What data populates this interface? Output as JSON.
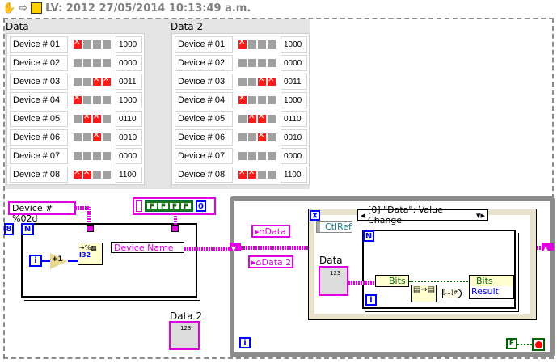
{
  "titlebar": {
    "text": "LV: 2012 27/05/2014 10:13:49 a.m.",
    "icons": [
      "hand-icon",
      "arrow-icon",
      "vi-icon"
    ]
  },
  "arrays": [
    {
      "label": "Data",
      "rows": [
        {
          "name": "Device # 01",
          "bits": [
            1,
            0,
            0,
            0
          ],
          "value": "1000"
        },
        {
          "name": "Device # 02",
          "bits": [
            0,
            0,
            0,
            0
          ],
          "value": "0000"
        },
        {
          "name": "Device # 03",
          "bits": [
            0,
            0,
            1,
            1
          ],
          "value": "0011"
        },
        {
          "name": "Device # 04",
          "bits": [
            1,
            0,
            0,
            0
          ],
          "value": "1000"
        },
        {
          "name": "Device # 05",
          "bits": [
            0,
            1,
            1,
            0
          ],
          "value": "0110"
        },
        {
          "name": "Device # 06",
          "bits": [
            0,
            0,
            1,
            0
          ],
          "value": "0010"
        },
        {
          "name": "Device # 07",
          "bits": [
            0,
            0,
            0,
            0
          ],
          "value": "0000"
        },
        {
          "name": "Device # 08",
          "bits": [
            1,
            1,
            0,
            0
          ],
          "value": "1100"
        }
      ]
    },
    {
      "label": "Data 2",
      "rows": [
        {
          "name": "Device # 01",
          "bits": [
            1,
            0,
            0,
            0
          ],
          "value": "1000"
        },
        {
          "name": "Device # 02",
          "bits": [
            0,
            0,
            0,
            0
          ],
          "value": "0000"
        },
        {
          "name": "Device # 03",
          "bits": [
            0,
            0,
            1,
            1
          ],
          "value": "0011"
        },
        {
          "name": "Device # 04",
          "bits": [
            1,
            0,
            0,
            0
          ],
          "value": "1000"
        },
        {
          "name": "Device # 05",
          "bits": [
            0,
            1,
            1,
            0
          ],
          "value": "0110"
        },
        {
          "name": "Device # 06",
          "bits": [
            0,
            0,
            1,
            0
          ],
          "value": "0010"
        },
        {
          "name": "Device # 07",
          "bits": [
            0,
            0,
            0,
            0
          ],
          "value": "0000"
        },
        {
          "name": "Device # 08",
          "bits": [
            1,
            1,
            0,
            0
          ],
          "value": "1100"
        }
      ]
    }
  ],
  "diagram": {
    "format_string": "Device # %02d",
    "loop_count": "8",
    "n": "N",
    "i": "i",
    "increment": "+1",
    "int_type": "I32",
    "bundle_label": "Device Name",
    "bool_consts": [
      "F",
      "F",
      "F",
      "F"
    ],
    "index_const": "0",
    "data2_terminal_label": "Data 2",
    "ref_data": "Data",
    "ref_data2": "Data 2",
    "event_case": "[0] \"Data\": Value Change",
    "ctlref": "CtlRef",
    "data_terminal": "Data",
    "unbundle_bits": "Bits",
    "bundle_bits": "Bits",
    "bundle_result": "Result",
    "stop_const": "F",
    "num_glyph": "123"
  },
  "colors": {
    "cluster_wire": "#e000e0",
    "int_wire": "#0000ff",
    "bool_wire": "#006400",
    "led_on": "#ff1a1a"
  }
}
